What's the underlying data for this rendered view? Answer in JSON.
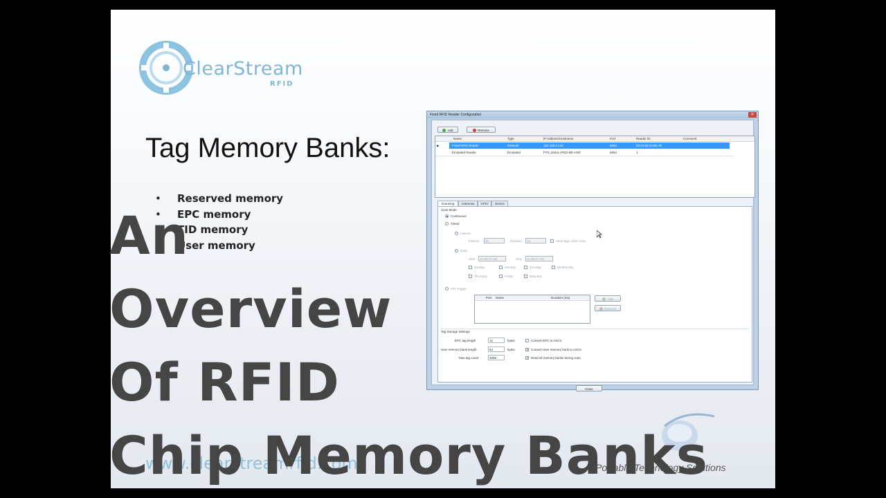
{
  "slide": {
    "logo_main": "ClearStream",
    "logo_sub": "RFID",
    "heading": "Tag Memory Banks:",
    "bullets": [
      "Reserved memory",
      "EPC memory",
      "TID memory",
      "User memory"
    ],
    "footer_url": "www.clearstreamrfid.com",
    "footer_company": "Portable Technology Solutions"
  },
  "overlay": {
    "lines": [
      "An",
      "Overview",
      "Of RFID",
      "Chip Memory Banks"
    ]
  },
  "dialog": {
    "title": "Fixed RFID Reader Configuration",
    "close_label": "✕",
    "toolbar": {
      "add_label": "Add",
      "remove_label": "Remove"
    },
    "grid": {
      "columns": [
        "Name",
        "Type",
        "IP Address/Hostname",
        "Port",
        "Reader ID",
        "Comment"
      ],
      "rows": [
        {
          "marker": "▶",
          "name": "Fixed RFID Reader",
          "type": "Network",
          "ip": "192.168.0.140",
          "port": "5084",
          "reader_id": "00:23:68:10:9E:7E",
          "comment": ""
        },
        {
          "marker": "",
          "name": "Emulated Reader",
          "type": "Emulated",
          "ip": "PTS_EMULATED-BE-HNP",
          "port": "5084",
          "reader_id": "1",
          "comment": ""
        }
      ]
    },
    "tabs": [
      "Scanning",
      "Antennas",
      "GPIO",
      "Device"
    ],
    "scan_mode": {
      "group_label": "Scan Mode",
      "continuous": "Continuous",
      "timed": "Timed",
      "interval": "Interval",
      "interval_label": "Interval",
      "interval_value": "30",
      "duration_label": "Duration",
      "duration_value": "15",
      "send_tags_label": "Send tags when read",
      "daily": "Daily",
      "start_label": "Start",
      "start_value": "10:38:27 AM",
      "stop_label": "Stop",
      "stop_value": "11:38:27 AM",
      "days": [
        "Sunday",
        "Monday",
        "Tuesday",
        "Wednesday",
        "Thursday",
        "Friday",
        "Saturday"
      ],
      "gpi_trigger": "GPI Trigger",
      "gpi_columns": [
        "Port",
        "Name",
        "Duration (ms)"
      ],
      "gpi_add": "Add",
      "gpi_remove": "Remove"
    },
    "tag_storage": {
      "group_label": "Tag Storage Settings",
      "epc_length_label": "EPC tag length",
      "epc_length_value": "12",
      "user_length_label": "User memory bank length",
      "user_length_value": "64",
      "max_count_label": "Max tag count",
      "max_count_value": "4096",
      "bytes_unit": "bytes",
      "convert_epc_label": "Convert EPC to ASCII",
      "convert_user_label": "Convert User memory bank to ASCII",
      "read_all_label": "Read all memory banks during scan"
    },
    "close_button": "Close"
  }
}
